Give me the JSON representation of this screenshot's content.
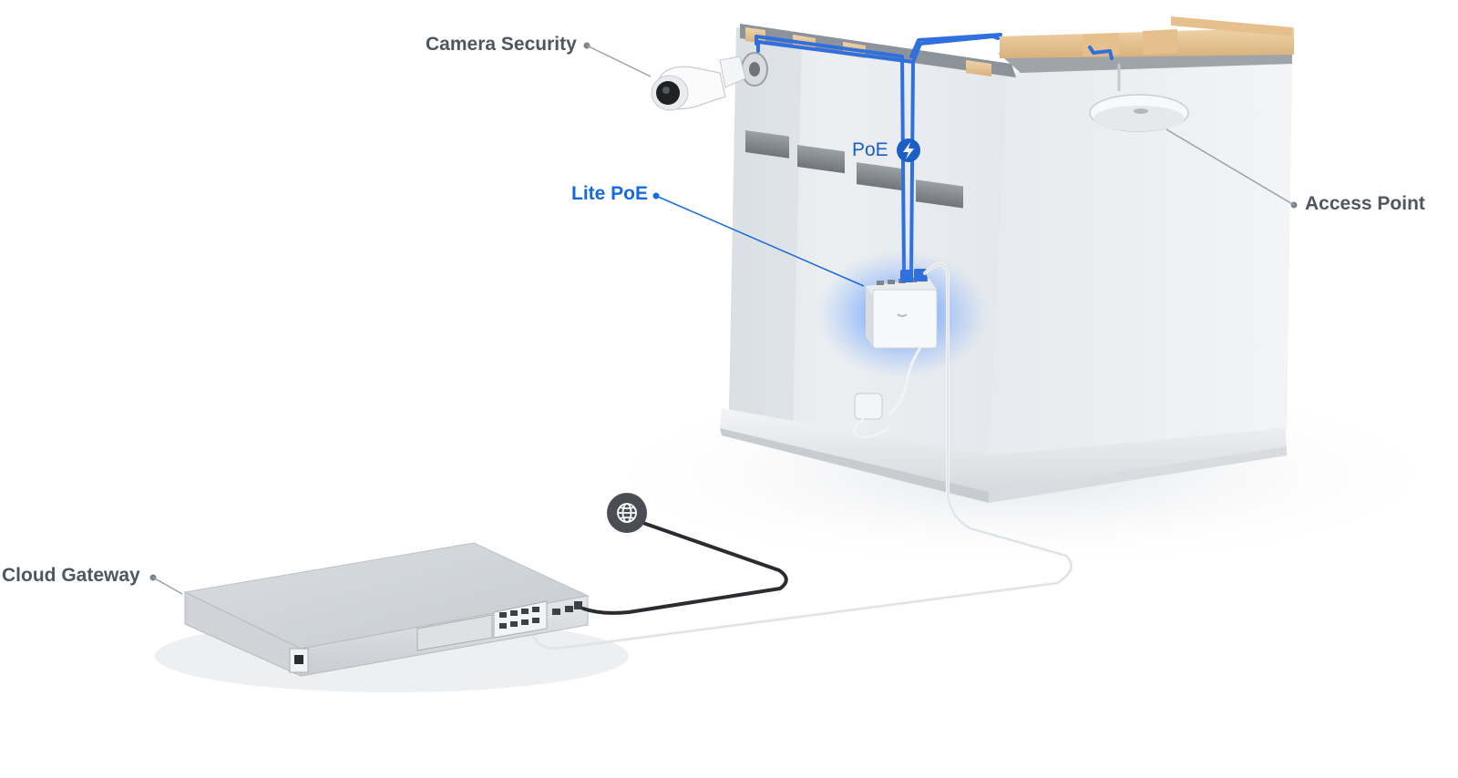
{
  "callouts": {
    "camera_security": "Camera Security",
    "access_point": "Access Point",
    "lite_poe": "Lite PoE",
    "poe": "PoE",
    "cloud_gateway": "Cloud Gateway"
  },
  "icons": {
    "poe_badge": "lightning-bolt-icon",
    "internet_badge": "globe-icon"
  },
  "colors": {
    "primary_text": "#50565e",
    "accent_blue": "#1769e0",
    "poe_cable": "#2f6fde",
    "ethernet_white": "#f4f6f8",
    "wan_cable": "#2a2c30",
    "badge_dark": "#4a4e54"
  }
}
